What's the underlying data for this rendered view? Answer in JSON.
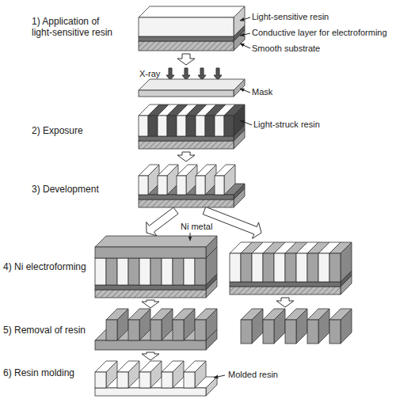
{
  "diagram": {
    "labels": [
      "1) Application of light-sensitive resin",
      "Light-sensitive resin",
      "Conductive layer for electroforming",
      "Smooth substrate",
      "X-ray",
      "Mask",
      "2) Exposure",
      "Light-struck resin",
      "3) Development",
      "Ni metal",
      "4) Ni electroforming",
      "5) Removal of resin",
      "6) Resin molding",
      "Molded resin"
    ]
  }
}
